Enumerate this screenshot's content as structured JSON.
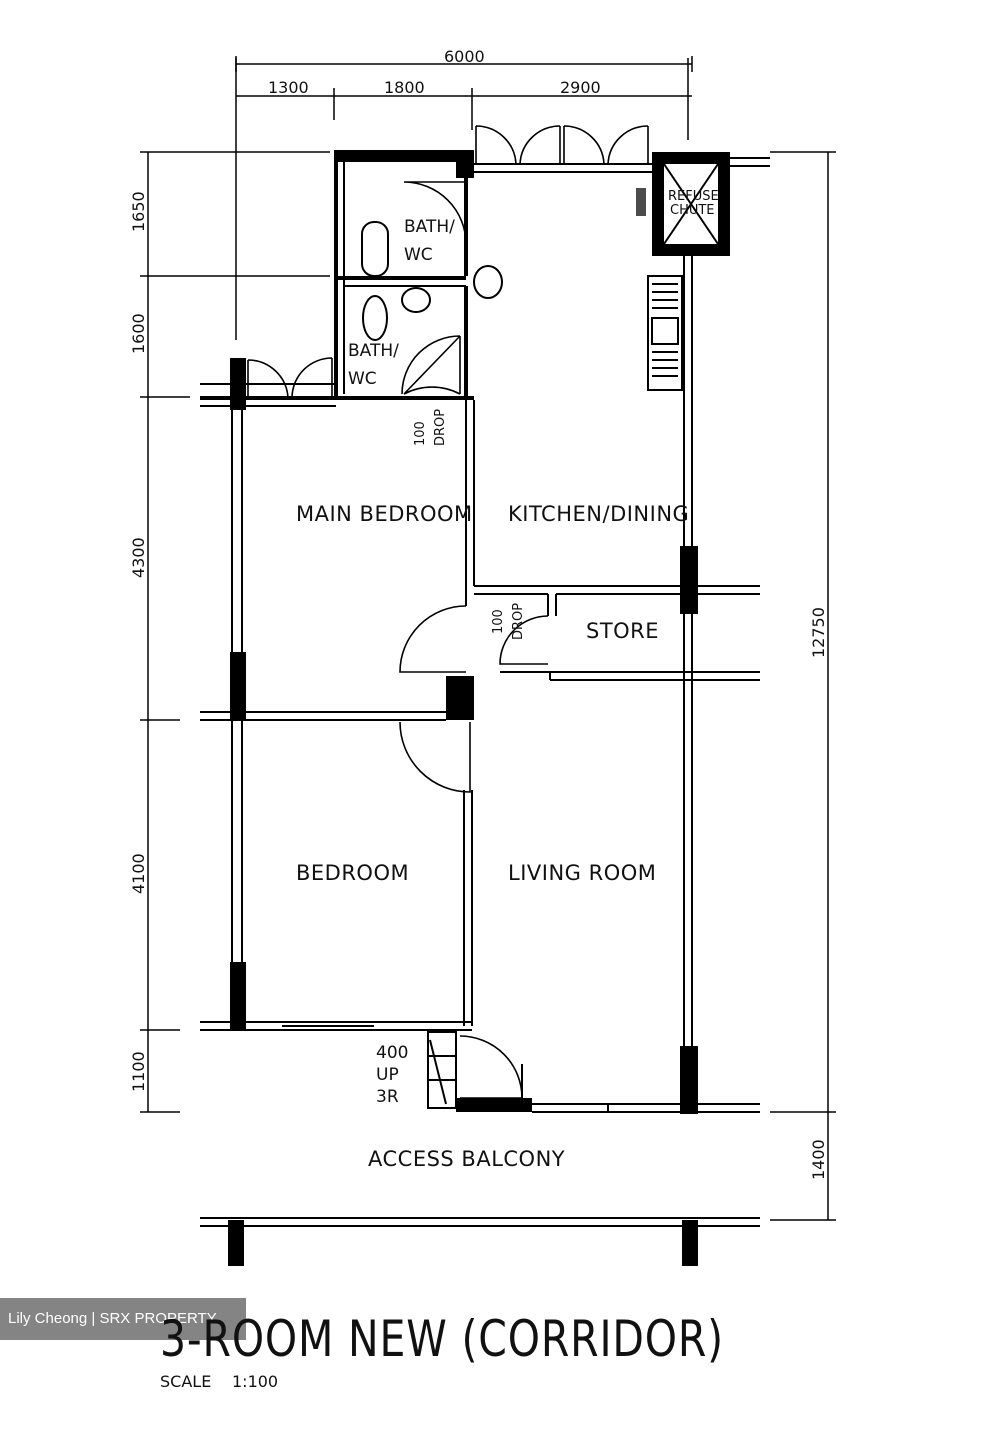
{
  "plan": {
    "title": "3-ROOM NEW (CORRIDOR)",
    "scale_label": "SCALE",
    "scale_value": "1:100",
    "watermark": "Lily Cheong | SRX PROPERTY"
  },
  "rooms": {
    "bath_wc_1_line1": "BATH/",
    "bath_wc_1_line2": "WC",
    "bath_wc_2_line1": "BATH/",
    "bath_wc_2_line2": "WC",
    "main_bedroom": "MAIN BEDROOM",
    "kitchen_dining": "KITCHEN/DINING",
    "store": "STORE",
    "bedroom": "BEDROOM",
    "living_room": "LIVING ROOM",
    "access_balcony": "ACCESS BALCONY",
    "refuse_chute_line1": "REFUSE",
    "refuse_chute_line2": "CHUTE"
  },
  "annotations": {
    "drop1_value": "100",
    "drop1_label": "DROP",
    "drop2_value": "100",
    "drop2_label": "DROP",
    "step_line1": "400",
    "step_line2": "UP",
    "step_line3": "3R"
  },
  "dimensions": {
    "top_total": "6000",
    "top_1": "1300",
    "top_2": "1800",
    "top_3": "2900",
    "left_1": "1650",
    "left_2": "1600",
    "left_3": "4300",
    "left_4": "4100",
    "left_5": "1100",
    "right_total": "12750",
    "right_balcony": "1400"
  }
}
